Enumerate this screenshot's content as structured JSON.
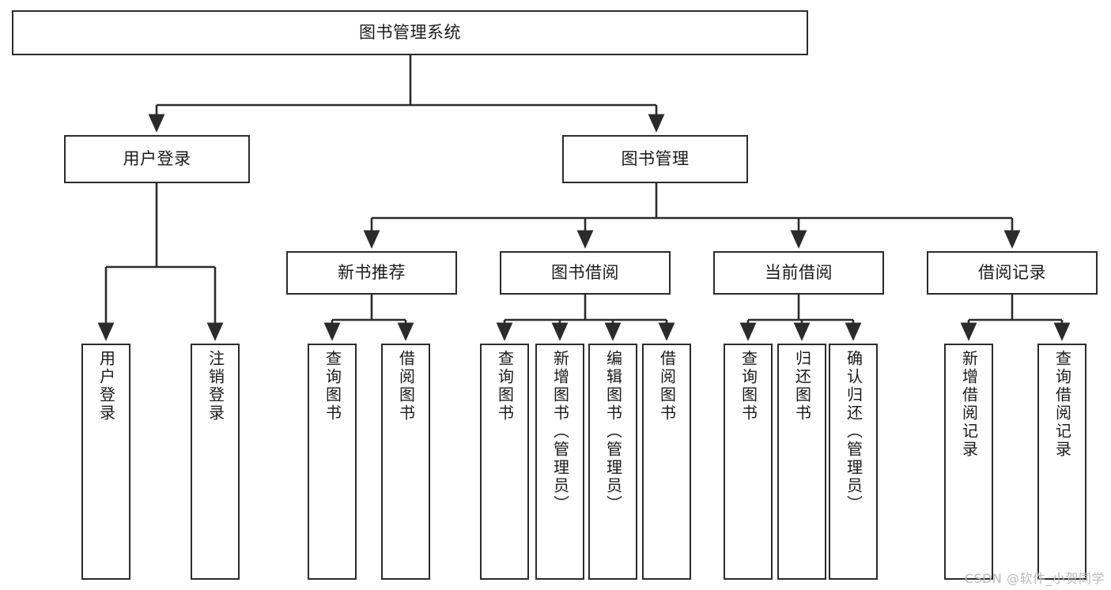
{
  "diagram": {
    "title": "图书管理系统",
    "watermark": "CSDN @软件_小贺同学",
    "stroke_color": "#2b2b2b",
    "background_color": "#ffffff",
    "text_color": "#1a1a1a",
    "watermark_color": "#b9b9b9",
    "levels": {
      "root": {
        "label": "图书管理系统"
      },
      "level2": [
        {
          "label": "用户登录"
        },
        {
          "label": "图书管理"
        }
      ],
      "level3": [
        {
          "label": "新书推荐"
        },
        {
          "label": "图书借阅"
        },
        {
          "label": "当前借阅"
        },
        {
          "label": "借阅记录"
        }
      ],
      "leaves": {
        "user_login": [
          {
            "label": "用户登录"
          },
          {
            "label": "注销登录"
          }
        ],
        "new_book_recommend": [
          {
            "label": "查询图书"
          },
          {
            "label": "借阅图书"
          }
        ],
        "book_borrow": [
          {
            "label": "查询图书"
          },
          {
            "label": "新增图书（管理员）"
          },
          {
            "label": "编辑图书（管理员）"
          },
          {
            "label": "借阅图书"
          }
        ],
        "current_borrow": [
          {
            "label": "查询图书"
          },
          {
            "label": "归还图书"
          },
          {
            "label": "确认归还（管理员）"
          }
        ],
        "borrow_record": [
          {
            "label": "新增借阅记录"
          },
          {
            "label": "查询借阅记录"
          }
        ]
      }
    }
  }
}
